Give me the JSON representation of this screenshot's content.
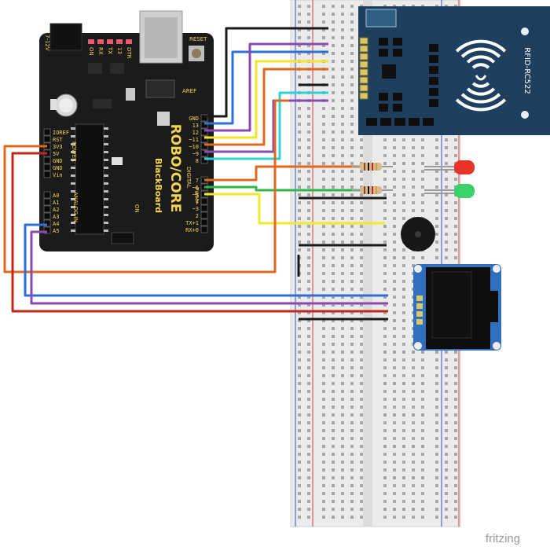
{
  "board": {
    "power_label": "7-12V",
    "reset_label": "RESET",
    "txrx_label": "TXRX",
    "led_labels": [
      "ON",
      "RX",
      "TX",
      "13",
      "DTR"
    ],
    "brand_main": "ROBO/CORE",
    "brand_sub": "BlackBoard",
    "on_label": "ON",
    "aref_label": "AREF",
    "digital_label": "DIGITAL",
    "power_header_label": "POWER",
    "analog_label": "ANALOG IN",
    "pwm_label": "PWM~",
    "left_pins": [
      "IOREF",
      "RST",
      "3V3",
      "5V",
      "GND",
      "GND",
      "Vin"
    ],
    "analog_pins": [
      "A0",
      "A1",
      "A2",
      "A3",
      "A4",
      "A5"
    ],
    "right_top_pins": [
      "GND",
      "13",
      "12",
      "~11",
      "~10",
      "~9",
      "8"
    ],
    "right_bottom_pins": [
      "7",
      "~6",
      "~5",
      "4",
      "~3",
      "2",
      "TX+1",
      "RX+0"
    ]
  },
  "rfid": {
    "label": "RFID-RC522"
  },
  "components": {
    "led_red_color": "#e8332a",
    "led_green_color": "#3bd16a",
    "oled": "oled-display",
    "buzzer": "buzzer"
  },
  "footer": {
    "brand": "fritzing"
  },
  "wire_colors": {
    "black": "#1a1a1a",
    "blue": "#2f6fd6",
    "purple": "#8a4bb0",
    "yellow": "#f2e82a",
    "orange": "#de6a1f",
    "cyan": "#2fd0d6",
    "green": "#2eb84a",
    "red": "#c0281c"
  }
}
